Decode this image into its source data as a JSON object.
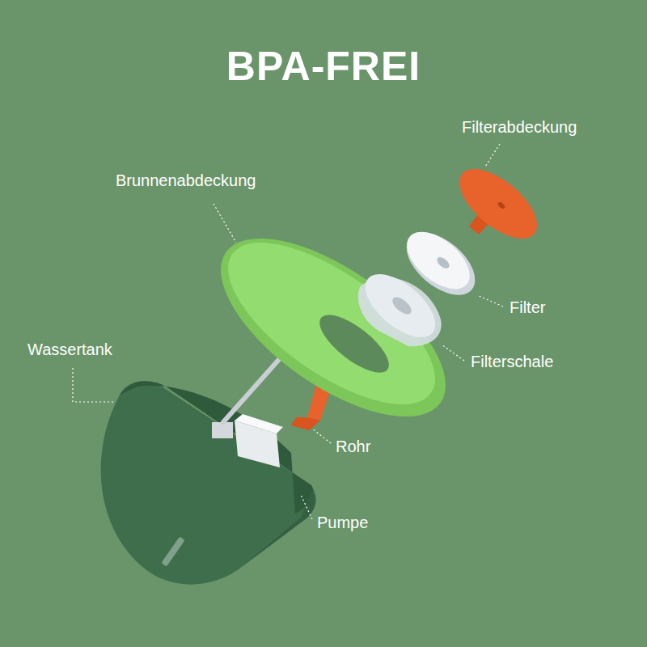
{
  "diagram": {
    "title": "BPA-FREI",
    "labels": [
      "Filterabdeckung",
      "Brunnenabdeckung",
      "Filter",
      "Wassertank",
      "Filterschale",
      "Rohr",
      "Pumpe"
    ]
  }
}
